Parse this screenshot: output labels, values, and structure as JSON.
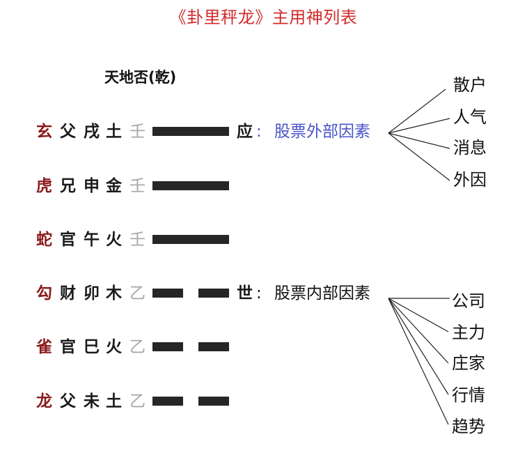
{
  "title": "《卦里秤龙》主用神列表",
  "hexagram_name": "天地否(乾)",
  "colors": {
    "title": "#d12b2b",
    "six_god": "#8b1a1a",
    "stem": "#a6a6a6",
    "upper_factor": "#4a55c8",
    "lower_factor": "#111111",
    "yao": "#262626"
  },
  "lines": [
    {
      "god": "玄",
      "relation": "父",
      "branch": "戌",
      "element": "土",
      "stem": "壬",
      "type": "yang",
      "mark": "应",
      "colon": ":",
      "factor": "股票外部因素"
    },
    {
      "god": "虎",
      "relation": "兄",
      "branch": "申",
      "element": "金",
      "stem": "壬",
      "type": "yang"
    },
    {
      "god": "蛇",
      "relation": "官",
      "branch": "午",
      "element": "火",
      "stem": "壬",
      "type": "yang"
    },
    {
      "god": "勾",
      "relation": "财",
      "branch": "卯",
      "element": "木",
      "stem": "乙",
      "type": "yin",
      "mark": "世",
      "colon": ":",
      "factor": "股票内部因素"
    },
    {
      "god": "雀",
      "relation": "官",
      "branch": "巳",
      "element": "火",
      "stem": "乙",
      "type": "yin"
    },
    {
      "god": "龙",
      "relation": "父",
      "branch": "未",
      "element": "土",
      "stem": "乙",
      "type": "yin"
    }
  ],
  "external_factors": [
    "散户",
    "人气",
    "消息",
    "外因"
  ],
  "internal_factors": [
    "公司",
    "主力",
    "庄家",
    "行情",
    "趋势"
  ]
}
